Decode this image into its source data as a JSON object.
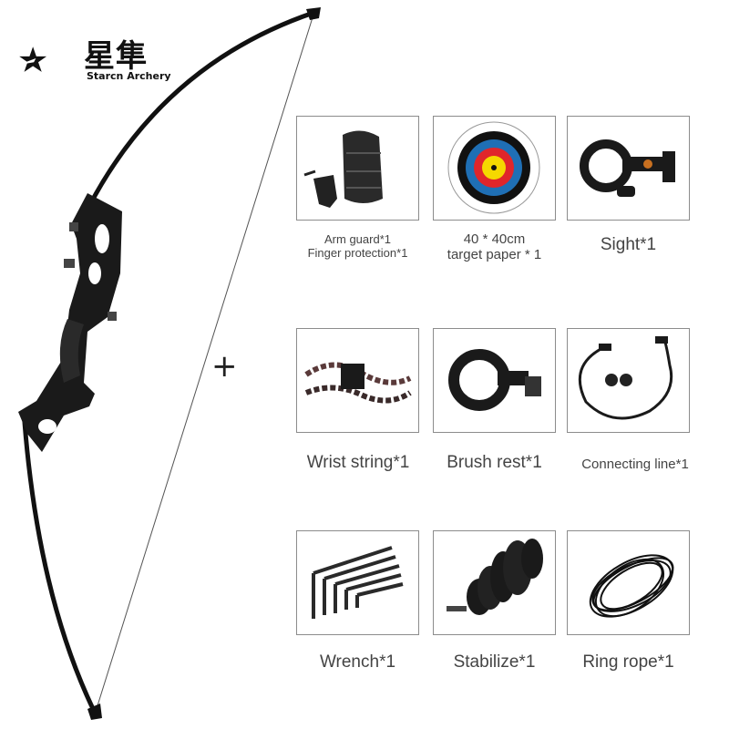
{
  "brand": {
    "name_cn": "星隼",
    "name_en": "Starcn Archery"
  },
  "plus_sign": "+",
  "items": [
    {
      "label_line1": "Arm guard*1",
      "label_line2": "Finger protection*1",
      "icon": "arm-guard-icon"
    },
    {
      "label_line1": "40 * 40cm",
      "label_line2": "target paper * 1",
      "icon": "target-icon"
    },
    {
      "label_line1": "Sight*1",
      "icon": "sight-icon"
    },
    {
      "label_line1": "Wrist string*1",
      "icon": "wrist-string-icon"
    },
    {
      "label_line1": "Brush rest*1",
      "icon": "brush-rest-icon"
    },
    {
      "label_line1": "Connecting line*1",
      "icon": "connecting-line-icon"
    },
    {
      "label_line1": "Wrench*1",
      "icon": "wrench-icon"
    },
    {
      "label_line1": "Stabilize*1",
      "icon": "stabilizer-icon"
    },
    {
      "label_line1": "Ring rope*1",
      "icon": "ring-rope-icon"
    }
  ],
  "colors": {
    "text": "#444444",
    "border": "#8c8c8c",
    "target_gold": "#f5d800",
    "target_red": "#e0262b",
    "target_blue": "#1f6fb5"
  }
}
